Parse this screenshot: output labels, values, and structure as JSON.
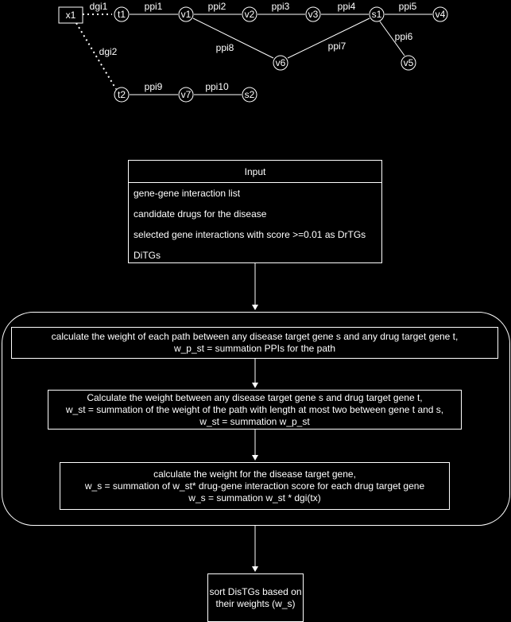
{
  "graph": {
    "nodes": {
      "x1": "x1",
      "t1": "t1",
      "v1": "v1",
      "v2": "v2",
      "v3": "v3",
      "s1": "s1",
      "v4": "v4",
      "v5": "v5",
      "v6": "v6",
      "t2": "t2",
      "v7": "v7",
      "s2": "s2"
    },
    "edges": {
      "dgi1": "dgi1",
      "dgi2": "dgi2",
      "ppi1": "ppi1",
      "ppi2": "ppi2",
      "ppi3": "ppi3",
      "ppi4": "ppi4",
      "ppi5": "ppi5",
      "ppi6": "ppi6",
      "ppi7": "ppi7",
      "ppi8": "ppi8",
      "ppi9": "ppi9",
      "ppi10": "ppi10"
    }
  },
  "input": {
    "title": "Input",
    "items": [
      "gene-gene interaction list",
      "candidate drugs for the disease",
      "selected gene interactions with score >=0.01 as DrTGs",
      "DiTGs"
    ]
  },
  "steps": [
    {
      "line1": "calculate the weight  of each path between any disease target gene s and any drug target gene t,",
      "line2": "w_p_st = summation PPIs for the path"
    },
    {
      "line1": "Calculate the weight between any disease target gene s and drug target gene t,",
      "line2": "w_st = summation of the weight of the path with length at most two between gene t and s,",
      "line3": "w_st = summation w_p_st"
    },
    {
      "line1": "calculate the weight for the disease target gene,",
      "line2": "w_s = summation of w_st* drug-gene interaction score for each drug target gene",
      "line3": "w_s = summation w_st * dgi(tx)"
    }
  ],
  "output": {
    "line1": "sort DisTGs based on",
    "line2": "their weights (w_s)"
  }
}
